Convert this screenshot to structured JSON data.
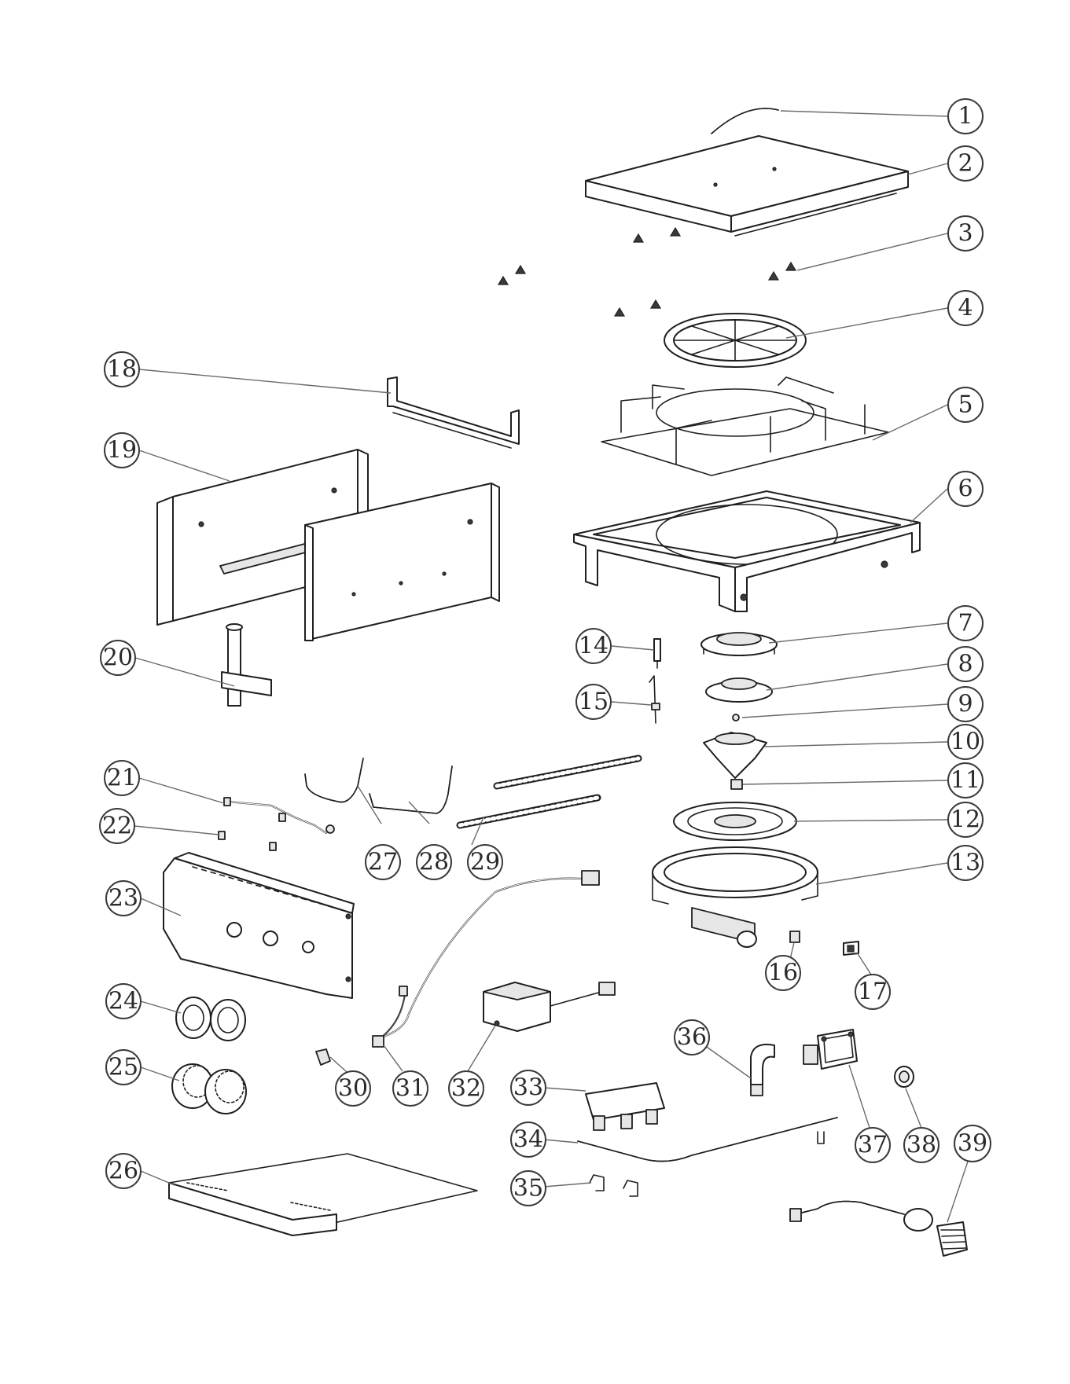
{
  "callouts": [
    {
      "n": "1"
    },
    {
      "n": "2"
    },
    {
      "n": "3"
    },
    {
      "n": "4"
    },
    {
      "n": "5"
    },
    {
      "n": "6"
    },
    {
      "n": "7"
    },
    {
      "n": "8"
    },
    {
      "n": "9"
    },
    {
      "n": "10"
    },
    {
      "n": "11"
    },
    {
      "n": "12"
    },
    {
      "n": "13"
    },
    {
      "n": "14"
    },
    {
      "n": "15"
    },
    {
      "n": "16"
    },
    {
      "n": "17"
    },
    {
      "n": "18"
    },
    {
      "n": "19"
    },
    {
      "n": "20"
    },
    {
      "n": "21"
    },
    {
      "n": "22"
    },
    {
      "n": "23"
    },
    {
      "n": "24"
    },
    {
      "n": "25"
    },
    {
      "n": "26"
    },
    {
      "n": "27"
    },
    {
      "n": "28"
    },
    {
      "n": "29"
    },
    {
      "n": "30"
    },
    {
      "n": "31"
    },
    {
      "n": "32"
    },
    {
      "n": "33"
    },
    {
      "n": "34"
    },
    {
      "n": "35"
    },
    {
      "n": "36"
    },
    {
      "n": "37"
    },
    {
      "n": "38"
    },
    {
      "n": "39"
    }
  ]
}
